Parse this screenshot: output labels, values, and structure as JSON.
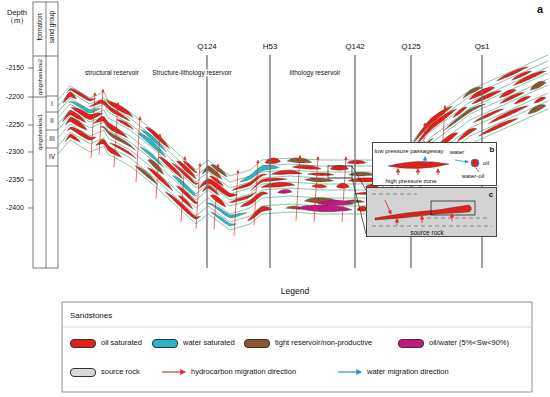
{
  "diagram": {
    "nodes": [
      {
        "text": [
          "b",
          "low pressure passageway",
          "high pressure zone",
          "water",
          "oil",
          "water-oil"
        ]
      },
      {
        "text": [
          "c",
          "source rock"
        ]
      }
    ],
    "labels": [
      "a",
      "Depth （m）",
      "formation",
      "sand group",
      "Q124",
      "H53",
      "Q142",
      "Q125",
      "Qs1",
      "-2150",
      "-2200",
      "-2250",
      "-2300",
      "-2350",
      "-2400",
      "qingshankou2",
      "qingshankou1",
      "I",
      "II",
      "III",
      "IV",
      "structural reservoir",
      "Structure-lithology reservoir",
      "lithology reservoir",
      "Legend",
      "Sandstones"
    ],
    "legend": [
      {
        "text": "oil saturated",
        "color": "#e0201b"
      },
      {
        "text": "water saturated",
        "color": "#2cb5c6"
      },
      {
        "text": "tight reservoir/non-productive",
        "color": "#8c5632"
      },
      {
        "text": "oil/water (5%<Sw<90%)",
        "color": "#c2187f"
      },
      {
        "text": "source rock",
        "color": "#d9d9d9"
      },
      {
        "text": "hydrocarbon migration direction"
      },
      {
        "text": "water migration direction"
      }
    ]
  }
}
